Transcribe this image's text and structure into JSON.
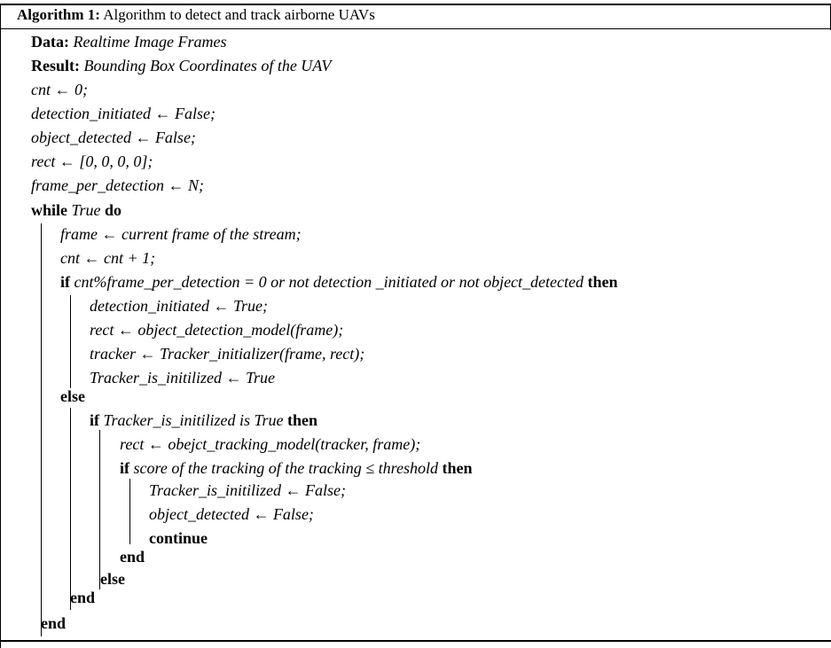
{
  "caption": {
    "label": "Algorithm 1:",
    "title": "Algorithm to detect and track airborne UAVs"
  },
  "lines": [
    {
      "kw1": "Data:",
      "text": "Realtime Image Frames"
    },
    {
      "kw1": "Result:",
      "text": "Bounding Box Coordinates of the UAV"
    },
    {
      "text": "cnt ← 0;"
    },
    {
      "text": "detection_initiated ← False;"
    },
    {
      "text": "object_detected ← False;"
    },
    {
      "text": "rect ← [0, 0, 0, 0];"
    },
    {
      "text": "frame_per_detection ← N;"
    },
    {
      "kw1": "while",
      "text": "True",
      "kw2": "do"
    },
    {
      "text": "frame ← current frame of the stream;"
    },
    {
      "text": "cnt ← cnt + 1;"
    },
    {
      "kw1": "if",
      "text": "cnt%frame_per_detection = 0 or not detection _initiated or not object_detected",
      "kw2": "then"
    },
    {
      "text": "detection_initiated ← True;"
    },
    {
      "text": "rect ← object_detection_model(frame);"
    },
    {
      "text": "tracker ← Tracker_initializer(frame, rect);"
    },
    {
      "text": "Tracker_is_initilized ← True"
    },
    {
      "kw1": "else"
    },
    {
      "kw1": "if",
      "text": "Tracker_is_initilized is True",
      "kw2": "then"
    },
    {
      "text": "rect ← obejct_tracking_model(tracker, frame);"
    },
    {
      "kw1": "if",
      "text": "score of the tracking of the tracking ≤ threshold",
      "kw2": "then"
    },
    {
      "text": "Tracker_is_initilized ← False;"
    },
    {
      "text": "object_detected ← False;"
    },
    {
      "kw1": "continue"
    },
    {
      "kw1": "end"
    },
    {
      "kw1": "else"
    },
    {
      "kw1": "end"
    },
    {
      "kw1": "end"
    }
  ]
}
